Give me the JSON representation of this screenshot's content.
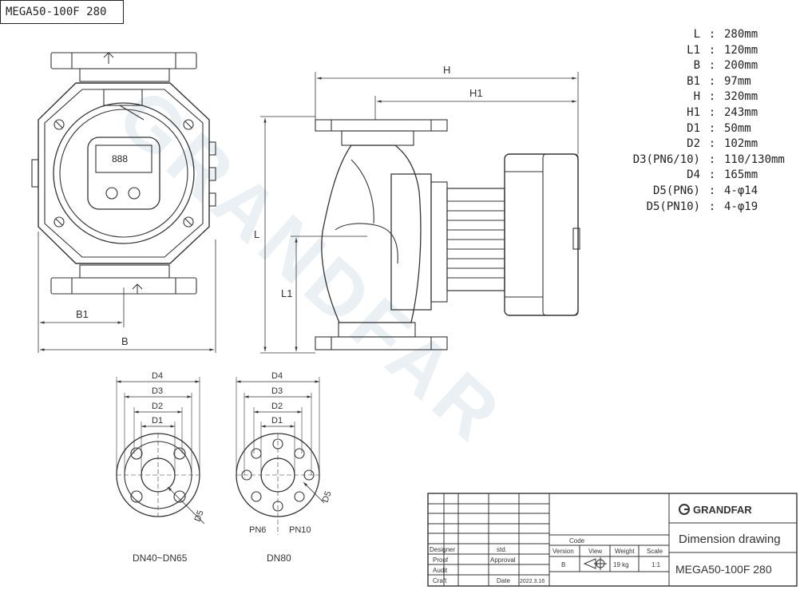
{
  "header": {
    "model_label": "MEGA50-100F 280"
  },
  "watermark": "GRANDFAR",
  "specs": [
    {
      "key": "L",
      "value": "280mm"
    },
    {
      "key": "L1",
      "value": "120mm"
    },
    {
      "key": "B",
      "value": "200mm"
    },
    {
      "key": "B1",
      "value": "97mm"
    },
    {
      "key": "H",
      "value": "320mm"
    },
    {
      "key": "H1",
      "value": "243mm"
    },
    {
      "key": "D1",
      "value": "50mm"
    },
    {
      "key": "D2",
      "value": "102mm"
    },
    {
      "key": "D3(PN6/10)",
      "value": "110/130mm"
    },
    {
      "key": "D4",
      "value": "165mm"
    },
    {
      "key": "D5(PN6)",
      "value": "4-φ14"
    },
    {
      "key": "D5(PN10)",
      "value": "4-φ19"
    }
  ],
  "front_view": {
    "display": "888",
    "dim_b1": "B1",
    "dim_b": "B"
  },
  "side_view": {
    "dim_h": "H",
    "dim_h1": "H1",
    "dim_l": "L",
    "dim_l1": "L1"
  },
  "flanges": [
    {
      "d4": "D4",
      "d3": "D3",
      "d2": "D2",
      "d1": "D1",
      "d5": "D5",
      "caption": "DN40~DN65"
    },
    {
      "d4": "D4",
      "d3": "D3",
      "d2": "D2",
      "d1": "D1",
      "d5": "D5",
      "caption": "DN80",
      "pn6": "PN6",
      "pn10": "PN10"
    }
  ],
  "title_block": {
    "brand": "GRANDFAR",
    "doc_title": "Dimension drawing",
    "model": "MEGA50-100F 280",
    "code_label": "Code",
    "col_version": "Version",
    "col_view": "View",
    "col_weight": "Weight",
    "col_scale": "Scale",
    "val_version": "B",
    "val_weight": "19 kg",
    "val_scale": "1:1",
    "role_designer": "Designer",
    "role_proof": "Proof",
    "role_audit": "Audit",
    "role_craft": "Craft",
    "std": "std.",
    "approval": "Approval",
    "date_label": "Date",
    "date_value": "2022.3.16"
  }
}
